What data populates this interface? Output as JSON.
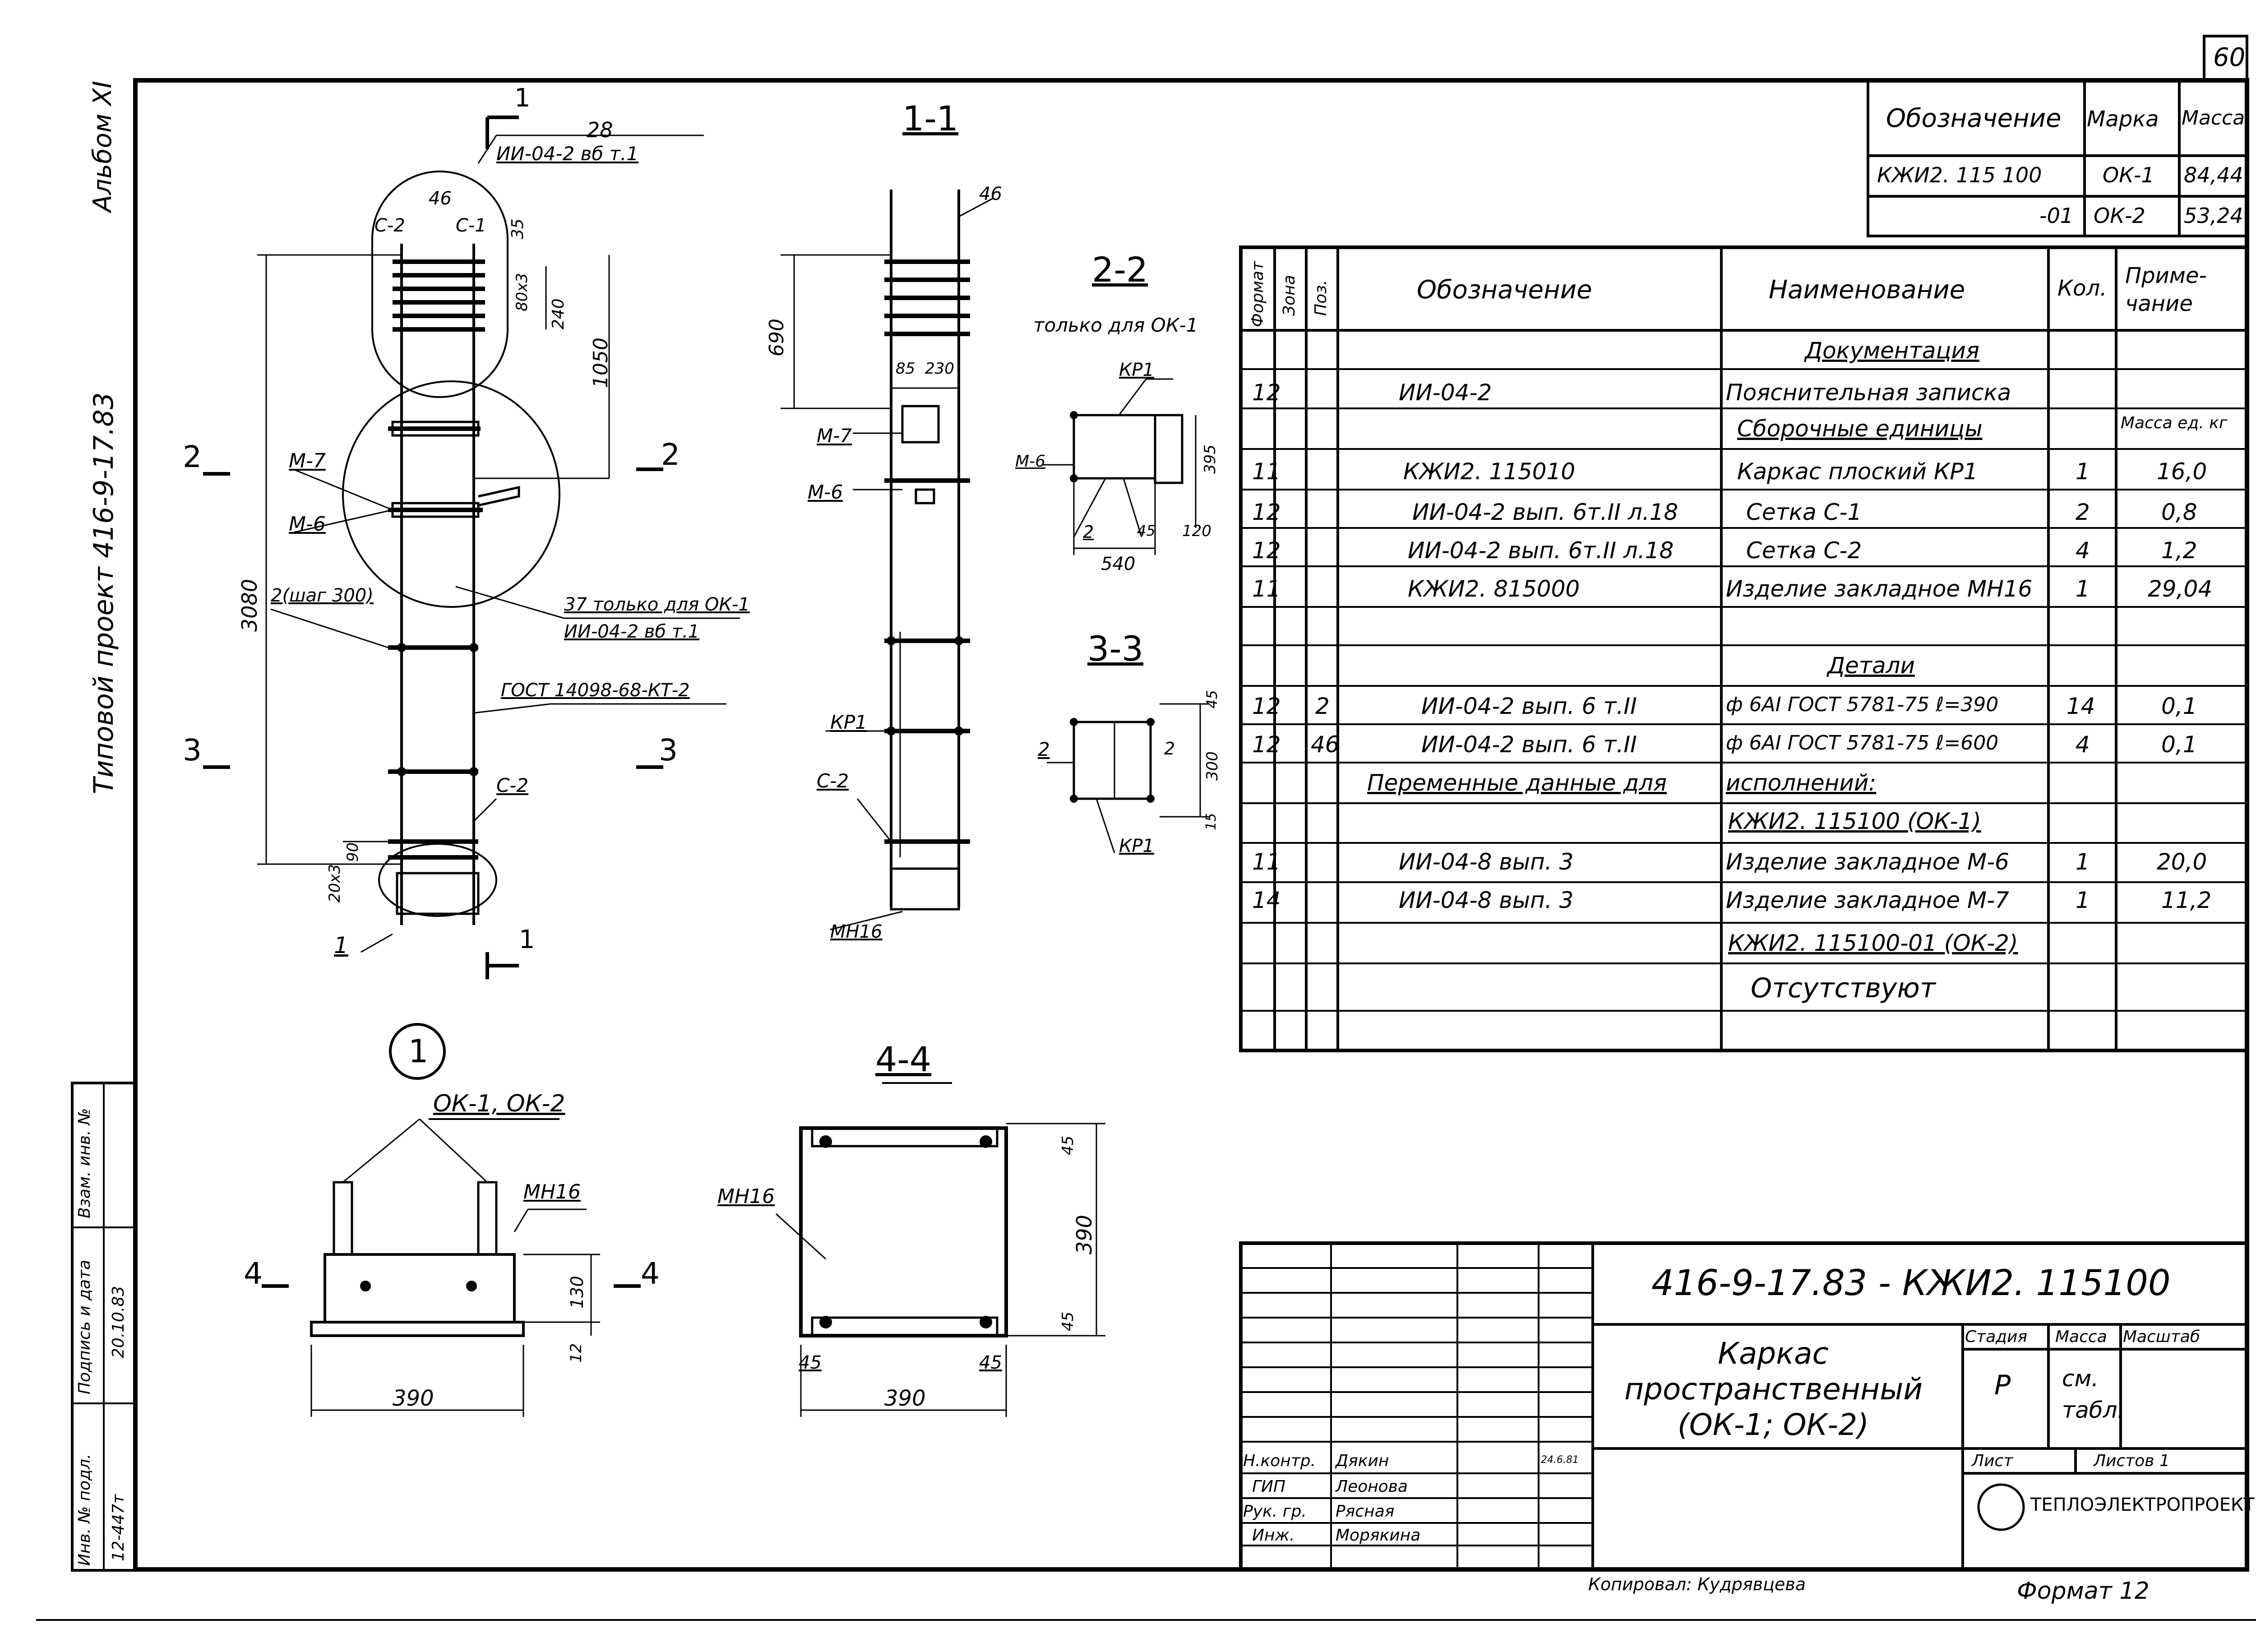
{
  "sheet": {
    "number": "60",
    "album": "Альбом XI",
    "project": "Типовой проект 416-9-17.83"
  },
  "mark_table": {
    "headers": [
      "Обозначение",
      "Марка",
      "Масса"
    ],
    "rows": [
      [
        "КЖИ2. 115 100",
        "ОК-1",
        "84,44"
      ],
      [
        "-01",
        "ОК-2",
        "53,24"
      ]
    ]
  },
  "spec": {
    "headers": {
      "format": "Формат",
      "zone": "Зона",
      "pos": "Поз.",
      "designation": "Обозначение",
      "name": "Наименование",
      "qty": "Кол.",
      "note": "Приме-\nчание"
    },
    "sections": {
      "documentation": "Документация",
      "assemblies": "Сборочные единицы",
      "parts": "Детали",
      "mass_unit": "Масса ед. кг"
    },
    "rows": [
      {
        "format": "12",
        "designation": "ИИ-04-2",
        "name": "Пояснительная записка"
      },
      {
        "format": "11",
        "designation": "КЖИ2. 115010",
        "name": "Каркас плоский КР1",
        "qty": "1",
        "note": "16,0"
      },
      {
        "format": "12",
        "designation": "ИИ-04-2 вып. 6т.II л.18",
        "name": "Сетка С-1",
        "qty": "2",
        "note": "0,8"
      },
      {
        "format": "12",
        "designation": "ИИ-04-2 вып. 6т.II л.18",
        "name": "Сетка С-2",
        "qty": "4",
        "note": "1,2"
      },
      {
        "format": "11",
        "designation": "КЖИ2. 815000",
        "name": "Изделие закладное МН16",
        "qty": "1",
        "note": "29,04"
      },
      {
        "format": "12",
        "pos": "2",
        "designation": "ИИ-04-2 вып. 6 т.II",
        "name": "ф 6АI ГОСТ 5781-75 ℓ=390",
        "qty": "14",
        "note": "0,1"
      },
      {
        "format": "12",
        "pos": "46",
        "designation": "ИИ-04-2 вып. 6 т.II",
        "name": "ф 6АI ГОСТ 5781-75 ℓ=600",
        "qty": "4",
        "note": "0,1"
      },
      {
        "variable": "Переменные данные для",
        "name": "исполнений:"
      },
      {
        "name": "КЖИ2. 115100 (ОК-1)"
      },
      {
        "format": "11",
        "designation": "ИИ-04-8 вып. 3",
        "name": "Изделие закладное М-6",
        "qty": "1",
        "note": "20,0"
      },
      {
        "format": "14",
        "designation": "ИИ-04-8 вып. 3",
        "name": "Изделие закладное М-7",
        "qty": "1",
        "note": "11,2"
      },
      {
        "name": "КЖИ2. 115100-01 (ОК-2)"
      },
      {
        "name": "Отсутствуют"
      }
    ]
  },
  "drawing_labels": {
    "sec11": "1-1",
    "sec22": "2-2",
    "sec22_note": "только для ОК-1",
    "sec33": "3-3",
    "sec44": "4-4",
    "detail1": "1",
    "detail_title": "ОК-1, ОК-2",
    "d28": "28",
    "ref1": "ИИ-04-2 вб т.1",
    "d46": "46",
    "c2": "С-2",
    "c1": "С-1",
    "d35": "35",
    "d80x3": "80x3",
    "d240": "240",
    "d1050": "1050",
    "m7": "М-7",
    "m6": "М-6",
    "d3080": "3080",
    "step": "2(шаг 300)",
    "n37": "37 только для ОК-1",
    "ref2": "ИИ-04-2 вб т.1",
    "gost": "ГОСТ 14098-68-КТ-2",
    "c2b": "С-2",
    "d20x3": "20x3",
    "d90": "90",
    "pos1": "1",
    "d690": "690",
    "d85": "85",
    "d230": "230",
    "kp1": "КР1",
    "mn16": "МН16",
    "d395": "395",
    "d120": "120",
    "d540": "540",
    "d45": "45",
    "d2": "2",
    "d300": "300",
    "d15": "15",
    "d130": "130",
    "d12": "12",
    "d390": "390",
    "mark1": "1",
    "mark2": "2",
    "mark3": "3",
    "mark4": "4"
  },
  "title_block": {
    "code": "416-9-17.83 - КЖИ2. 115100",
    "title": "Каркас пространственный (ОК-1; ОК-2)",
    "stage_h": "Стадия",
    "mass_h": "Масса",
    "scale_h": "Масштаб",
    "stage": "Р",
    "mass": "см. табл.",
    "sheet_h": "Лист",
    "sheets_h": "Листов 1",
    "org": "ТЕПЛОЭЛЕКТРОПРОЕКТ",
    "roles": [
      {
        "role": "Н.контр.",
        "name": "Дякин",
        "date": "24.6.81"
      },
      {
        "role": "ГИП",
        "name": "Леонова"
      },
      {
        "role": "Рук. гр.",
        "name": "Рясная"
      },
      {
        "role": "Инж.",
        "name": "Морякина"
      }
    ],
    "copied": "Копировал: Кудрявцева",
    "format": "Формат 12"
  },
  "side_stamp": {
    "inv": "Инв. № подл.",
    "inv_val": "12-447т",
    "sign": "Подпись и дата",
    "sign_val": "20.10.83",
    "replace": "Взам. инв. №"
  }
}
